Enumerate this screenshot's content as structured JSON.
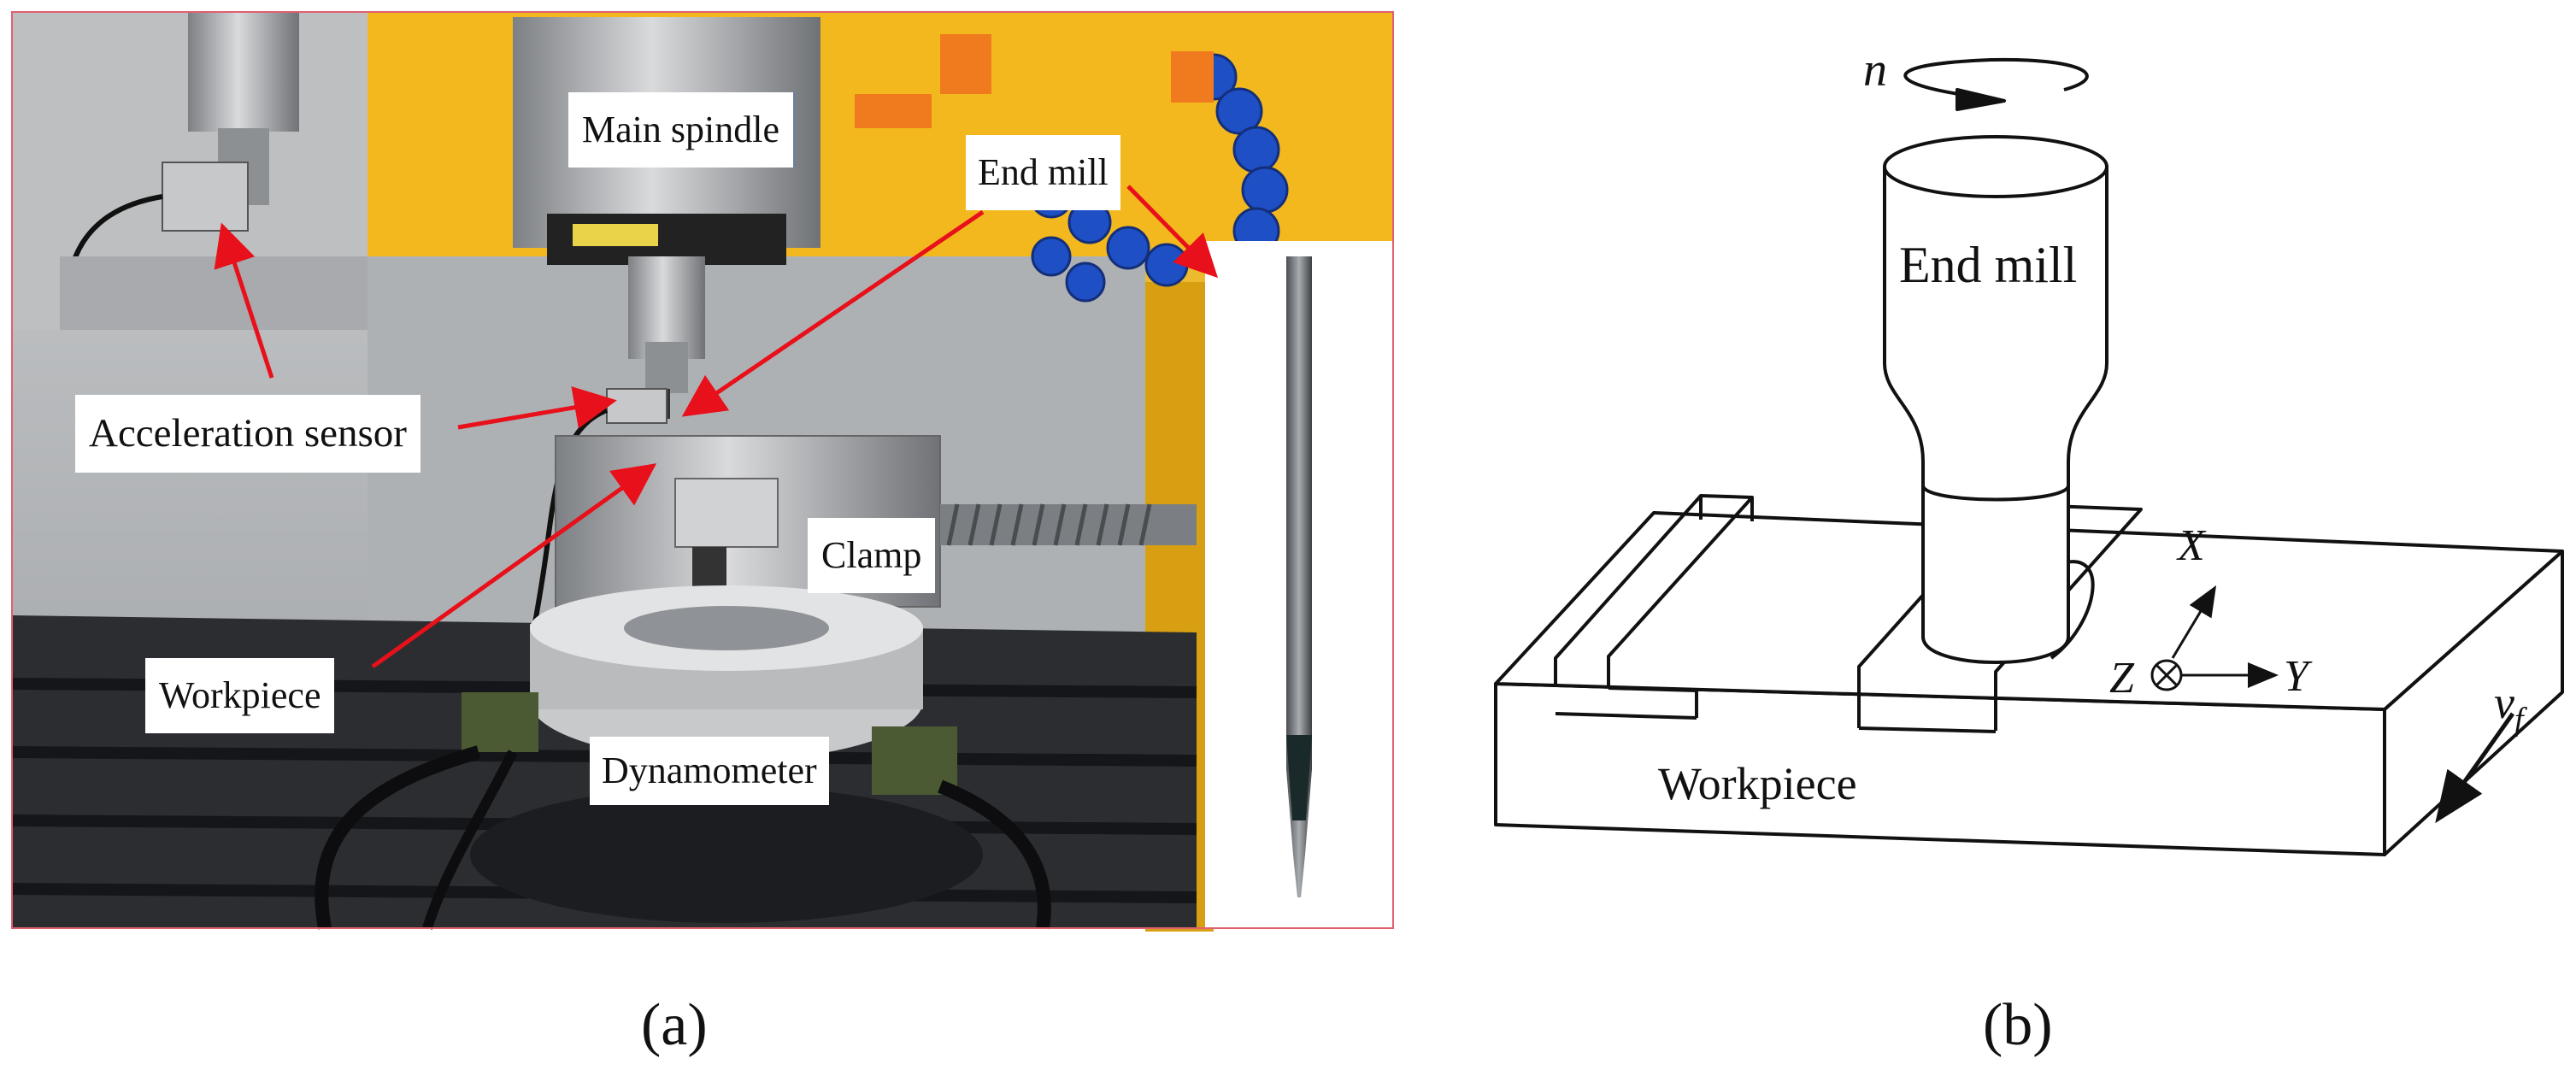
{
  "panel_a": {
    "caption": "(a)",
    "labels": {
      "main_spindle": "Main spindle",
      "end_mill": "End mill",
      "acceleration_sensor": "Acceleration sensor",
      "clamp": "Clamp",
      "workpiece": "Workpiece",
      "dynamometer": "Dynamometer"
    }
  },
  "panel_b": {
    "caption": "(b)",
    "labels": {
      "rotation": "n",
      "end_mill": "End mill",
      "workpiece": "Workpiece",
      "axis_x": "X",
      "axis_y": "Y",
      "axis_z": "Z",
      "feed_symbol": "v",
      "feed_subscript": "f"
    }
  },
  "colors": {
    "arrow_red": "#e8101a",
    "panel_border": "#e06070",
    "yellow_machine": "#f2b81e",
    "coolant_blue": "#1f4fc4",
    "coolant_orange": "#f07a1e",
    "steel": "#b4b6b8",
    "table_dark": "#2b2d30"
  }
}
